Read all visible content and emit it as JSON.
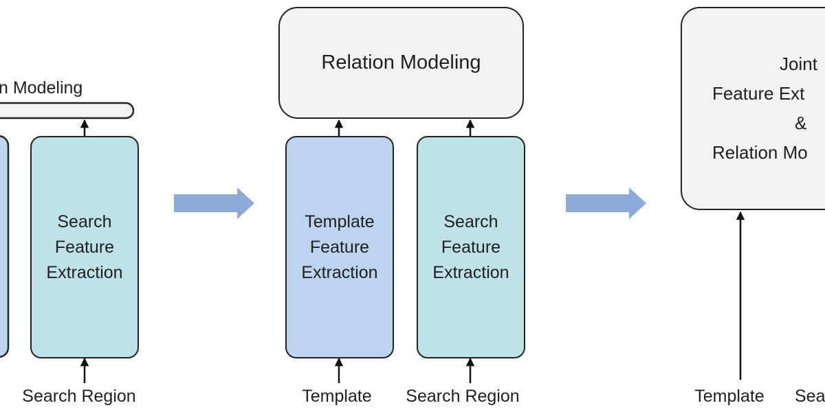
{
  "panel_left": {
    "relation_title": "n Modeling",
    "search_box": {
      "line1": "Search",
      "line2": "Feature",
      "line3": "Extraction"
    },
    "search_input": "Search Region"
  },
  "panel_middle": {
    "relation_box": "Relation Modeling",
    "template_box": {
      "line1": "Template",
      "line2": "Feature",
      "line3": "Extraction"
    },
    "search_box": {
      "line1": "Search",
      "line2": "Feature",
      "line3": "Extraction"
    },
    "template_input": "Template",
    "search_input": "Search Region"
  },
  "panel_right": {
    "joint_box": {
      "line1": "Joint",
      "line2": "Feature Ext",
      "line3": "&",
      "line4": "Relation Mo"
    },
    "template_input": "Template",
    "search_input": "Sea"
  },
  "colors": {
    "template_fill": "#bdd4ee",
    "search_fill": "#bfe2e6",
    "relation_fill": "#f2f2f2",
    "transition_arrow": "#8eaadb"
  }
}
